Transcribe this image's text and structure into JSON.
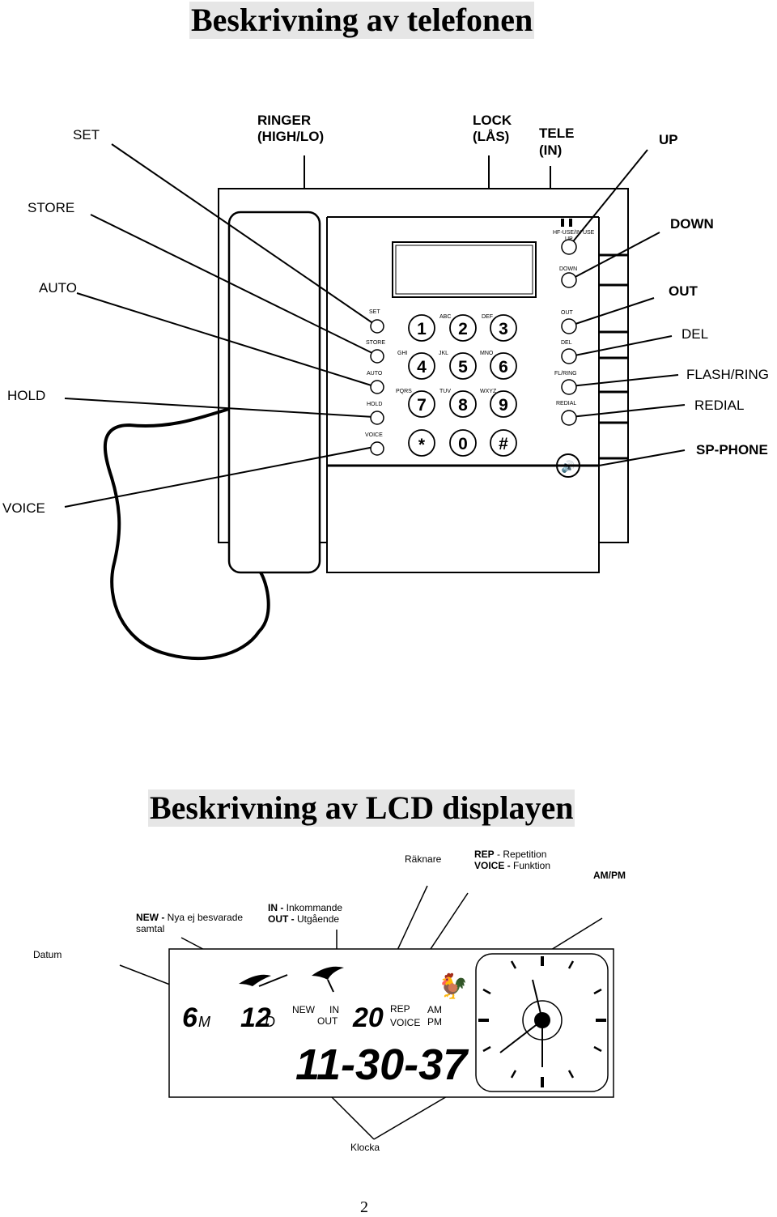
{
  "titles": {
    "phone": "Beskrivning av telefonen",
    "lcd": "Beskrivning av LCD displayen"
  },
  "phone_callouts": {
    "set": "SET",
    "ringer_line1": "RINGER",
    "ringer_line2": "(HIGH/LO)",
    "lock_line1": "LOCK",
    "lock_line2": "(LÅS)",
    "tele_line1": "TELE",
    "tele_line2": "(IN)",
    "up": "UP",
    "store": "STORE",
    "down": "DOWN",
    "auto": "AUTO",
    "out": "OUT",
    "del": "DEL",
    "hold": "HOLD",
    "flash_ring": "FLASH/RING",
    "redial": "REDIAL",
    "sp_phone": "SP-PHONE",
    "voice": "VOICE"
  },
  "phone_labels": {
    "indicator": "HF-USE/IN USE",
    "left_buttons": [
      "SET",
      "STORE",
      "AUTO",
      "HOLD",
      "VOICE"
    ],
    "right_buttons": [
      "UP",
      "DOWN",
      "OUT",
      "DEL",
      "FL/RING",
      "REDIAL"
    ],
    "keys": [
      "1",
      "2",
      "3",
      "4",
      "5",
      "6",
      "7",
      "8",
      "9",
      "*",
      "0",
      "#"
    ],
    "key_letters": [
      "ABC",
      "DEF",
      "GHI",
      "JKL",
      "MNO",
      "PQRS",
      "TUV",
      "WXYZ"
    ]
  },
  "lcd_notes": {
    "raknare": "Räknare",
    "rep_key": "REP",
    "rep_desc": " - Repetition",
    "voice_key": "VOICE -",
    "voice_desc": " Funktion",
    "ampm": "AM/PM",
    "new_key": "NEW -",
    "new_desc": " Nya ej besvarade",
    "new_desc2": "samtal",
    "in_key": "IN -",
    "in_desc": " Inkommande",
    "out_key": "OUT -",
    "out_desc": " Utgående",
    "datum": "Datum",
    "klocka": "Klocka"
  },
  "lcd_display": {
    "month_value": "6",
    "month_unit": "M",
    "day_value": "12",
    "day_unit": "D",
    "new": "NEW",
    "in": "IN",
    "out": "OUT",
    "counter": "20",
    "rep": "REP",
    "voice": "VOICE",
    "am": "AM",
    "pm": "PM",
    "time": "11-30-37"
  },
  "page_number": "2"
}
